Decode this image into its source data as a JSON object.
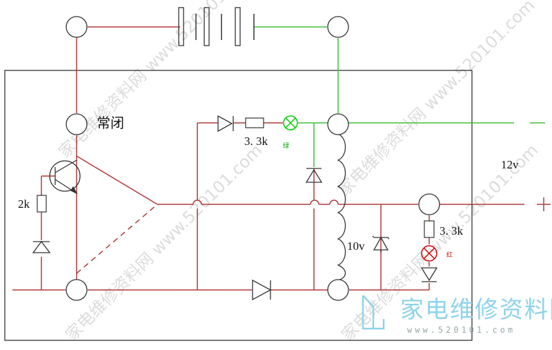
{
  "labels": {
    "normally_closed": "常闭",
    "resistor_2k": "2k",
    "resistor_top": "3. 3k",
    "green_indicator": "绿",
    "voltage": "12v",
    "zener": "10v",
    "resistor_right": "3. 3k",
    "red_indicator": "红",
    "plus": "+",
    "minus": "—"
  },
  "watermark": {
    "text": "家电维修资料网 www.520101.com",
    "logo_text": "家电维修资料网",
    "logo_url": "www.520101.com"
  },
  "colors": {
    "red_wire": "#b03a3a",
    "green_wire": "#3fbf3f",
    "frame": "#222222",
    "lamp": "#00cc00",
    "lamp_red": "#cc0000"
  }
}
